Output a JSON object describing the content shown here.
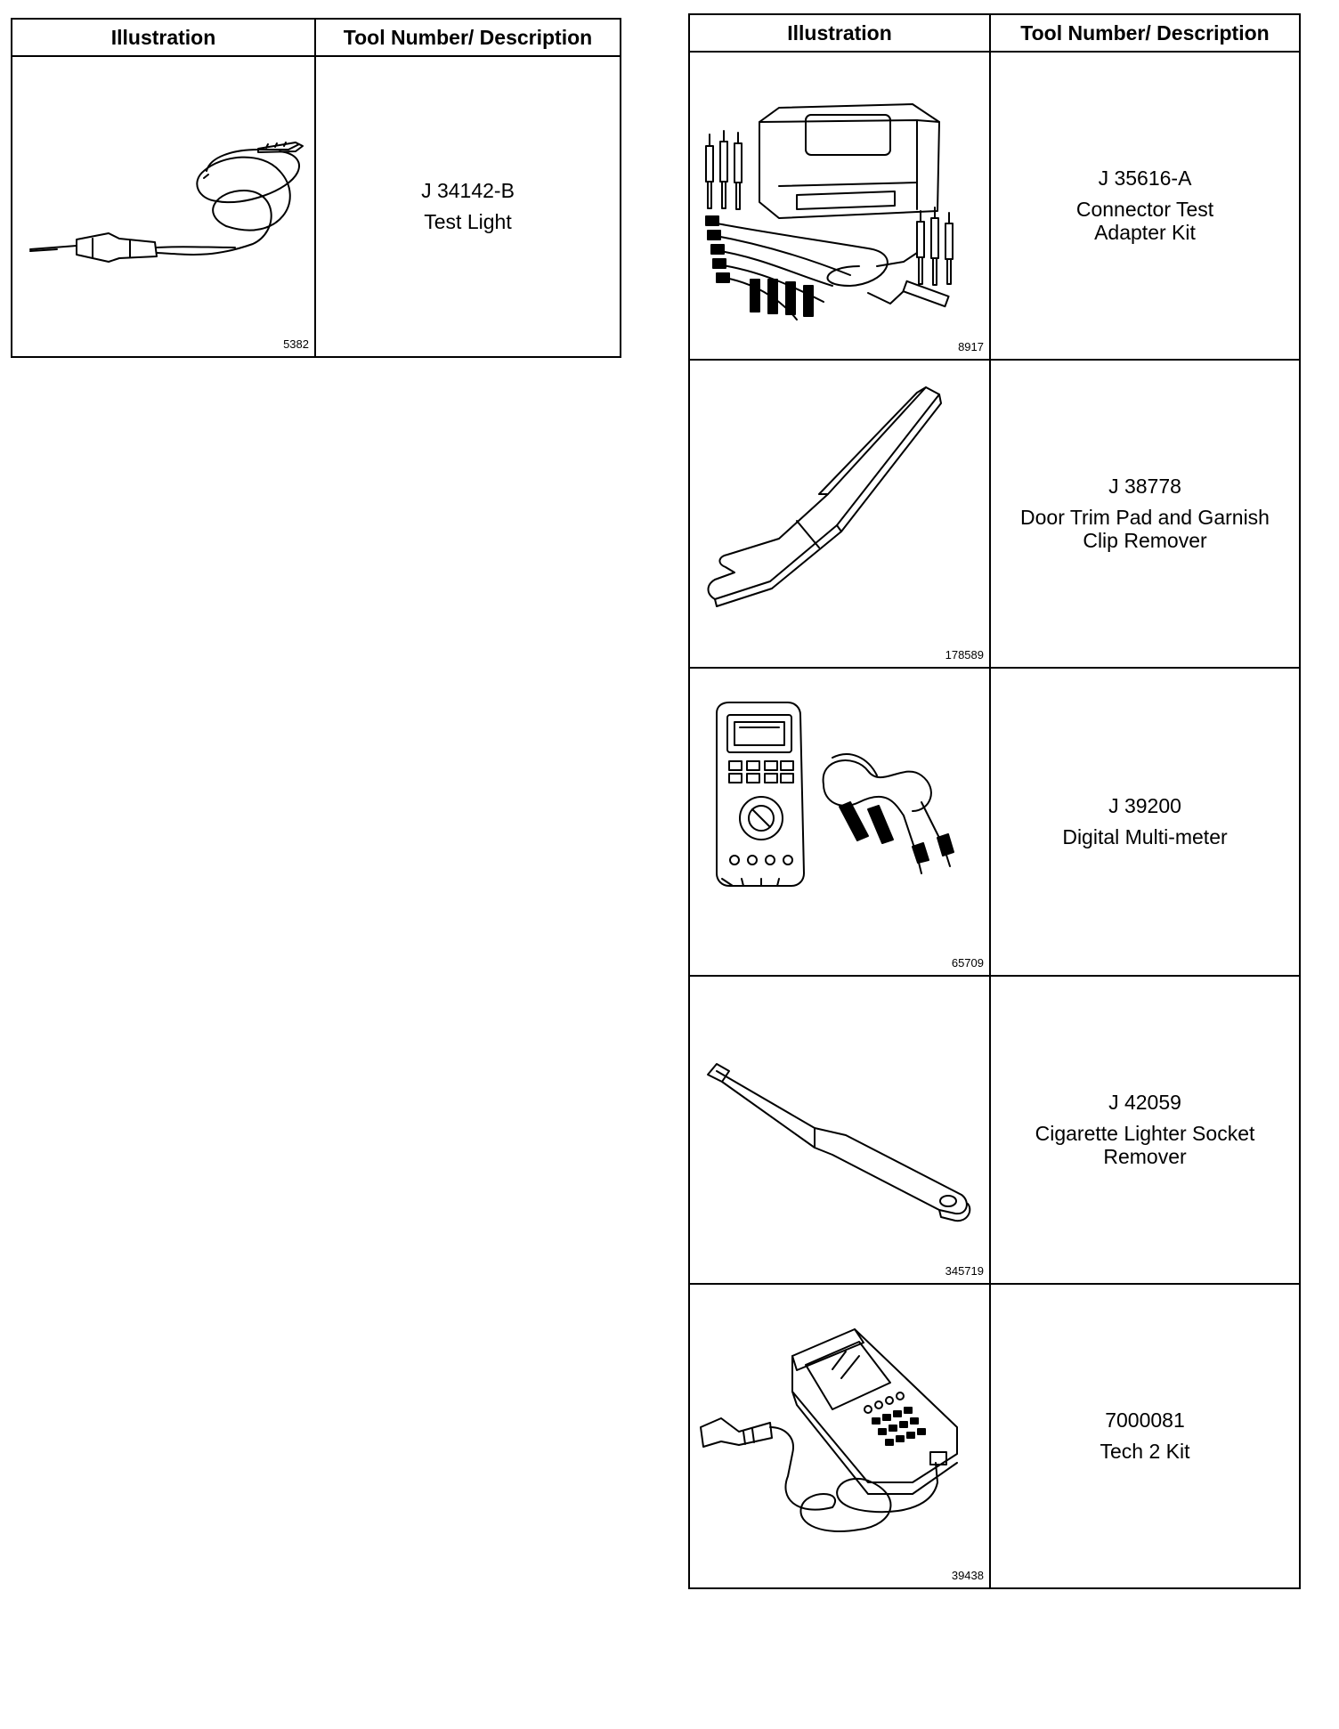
{
  "headers": {
    "illustration": "Illustration",
    "tool": "Tool Number/ Description"
  },
  "left_table": {
    "rows": [
      {
        "number": "J 34142-B",
        "desc": [
          "Test Light"
        ],
        "fig": "5382",
        "icon": "test-light-icon"
      }
    ]
  },
  "right_table": {
    "rows": [
      {
        "number": "J 35616-A",
        "desc": [
          "Connector Test",
          "Adapter Kit"
        ],
        "fig": "8917",
        "icon": "connector-test-kit-icon"
      },
      {
        "number": "J 38778",
        "desc": [
          "Door Trim Pad and Garnish",
          "Clip Remover"
        ],
        "fig": "178589",
        "icon": "clip-remover-icon"
      },
      {
        "number": "J 39200",
        "desc": [
          "Digital Multi-meter"
        ],
        "fig": "65709",
        "icon": "multimeter-icon"
      },
      {
        "number": "J 42059",
        "desc": [
          "Cigarette Lighter Socket",
          "Remover"
        ],
        "fig": "345719",
        "icon": "socket-remover-icon"
      },
      {
        "number": "7000081",
        "desc": [
          "Tech 2 Kit"
        ],
        "fig": "39438",
        "icon": "tech2-scanner-icon"
      }
    ]
  }
}
